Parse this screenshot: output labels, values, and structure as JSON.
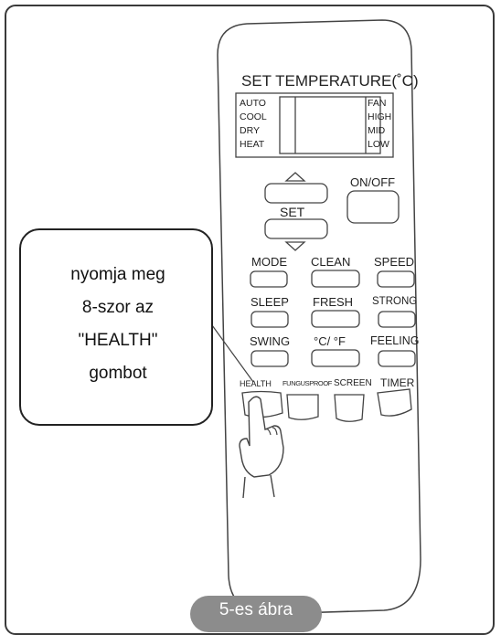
{
  "remote": {
    "display_title": "SET TEMPERATURE(˚C)",
    "modes_left": [
      "AUTO",
      "COOL",
      "DRY",
      "HEAT"
    ],
    "modes_right": [
      "FAN",
      "HIGH",
      "MID",
      "LOW"
    ],
    "set_label": "SET",
    "onoff_label": "ON/OFF",
    "button_rows": [
      [
        "MODE",
        "CLEAN",
        "SPEED"
      ],
      [
        "SLEEP",
        "FRESH",
        "STRONG"
      ],
      [
        "SWING",
        "°C/ °F",
        "FEELING"
      ],
      [
        "HEALTH",
        "FUNGUSPROOF",
        "SCREEN",
        "TIMER"
      ]
    ]
  },
  "callout": {
    "lines": [
      "nyomja meg",
      "8-szor az",
      "\"HEALTH\"",
      "gombot"
    ]
  },
  "caption": "5-es ábra",
  "colors": {
    "caption_bg": "#8c8c8c",
    "line": "#444444"
  }
}
